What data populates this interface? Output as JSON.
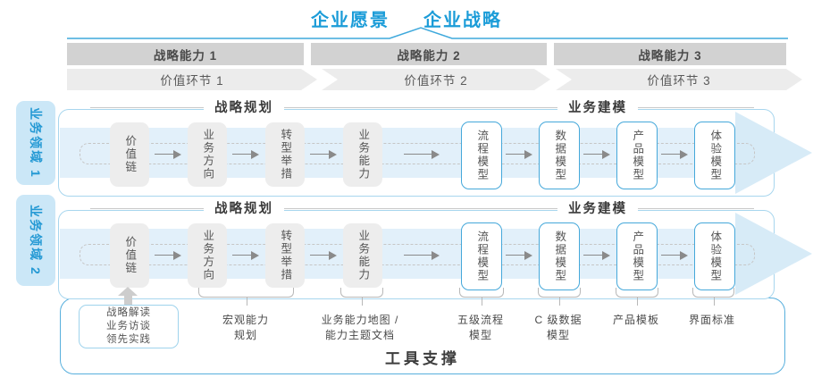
{
  "title": {
    "vision": "企业愿景",
    "strategy": "企业战略"
  },
  "capability_bands": [
    "战略能力 1",
    "战略能力 2",
    "战略能力 3"
  ],
  "value_chain_bands": [
    "价值环节 1",
    "价值环节 2",
    "价值环节 3"
  ],
  "domains": [
    "业务领域 1",
    "业务领域 2"
  ],
  "rows": [
    {
      "headers": {
        "planning": "战略规划",
        "modeling": "业务建模"
      },
      "boxes": [
        {
          "label": "价值链",
          "style": "gray"
        },
        {
          "label": "业务方向",
          "style": "gray"
        },
        {
          "label": "转型举措",
          "style": "gray"
        },
        {
          "label": "业务能力",
          "style": "gray"
        },
        {
          "label": "流程模型",
          "style": "blue"
        },
        {
          "label": "数据模型",
          "style": "blue"
        },
        {
          "label": "产品模型",
          "style": "blue"
        },
        {
          "label": "体验模型",
          "style": "blue"
        }
      ]
    },
    {
      "headers": {
        "planning": "战略规划",
        "modeling": "业务建模"
      },
      "boxes": [
        {
          "label": "价值链",
          "style": "gray"
        },
        {
          "label": "业务方向",
          "style": "gray"
        },
        {
          "label": "转型举措",
          "style": "gray"
        },
        {
          "label": "业务能力",
          "style": "gray"
        },
        {
          "label": "流程模型",
          "style": "blue"
        },
        {
          "label": "数据模型",
          "style": "blue"
        },
        {
          "label": "产品模型",
          "style": "blue"
        },
        {
          "label": "体验模型",
          "style": "blue"
        }
      ]
    }
  ],
  "annotations": {
    "practice_box": {
      "lines": [
        "战略解读",
        "业务访谈",
        "领先实践"
      ]
    },
    "labels": [
      {
        "lines": [
          "宏观能力",
          "规划"
        ]
      },
      {
        "lines": [
          "业务能力地图 /",
          "能力主题文档"
        ]
      },
      {
        "lines": [
          "五级流程",
          "模型"
        ]
      },
      {
        "lines": [
          "C 级数据",
          "模型"
        ]
      },
      {
        "lines": [
          "产品模板"
        ]
      },
      {
        "lines": [
          "界面标准"
        ]
      }
    ]
  },
  "footer": {
    "label": "工具支撑"
  },
  "colors": {
    "accent_blue": "#1b9cd8",
    "row_border_blue": "#a8d6ee",
    "footer_border_blue": "#57afdd",
    "box_blue_border": "#45a8da",
    "band_gray": "#d2d2d2",
    "chevron_gray": "#ececec",
    "box_gray": "#ededed",
    "arrow_fill_blue": "#e2f0fa",
    "text_dark": "#4a4a4a"
  }
}
